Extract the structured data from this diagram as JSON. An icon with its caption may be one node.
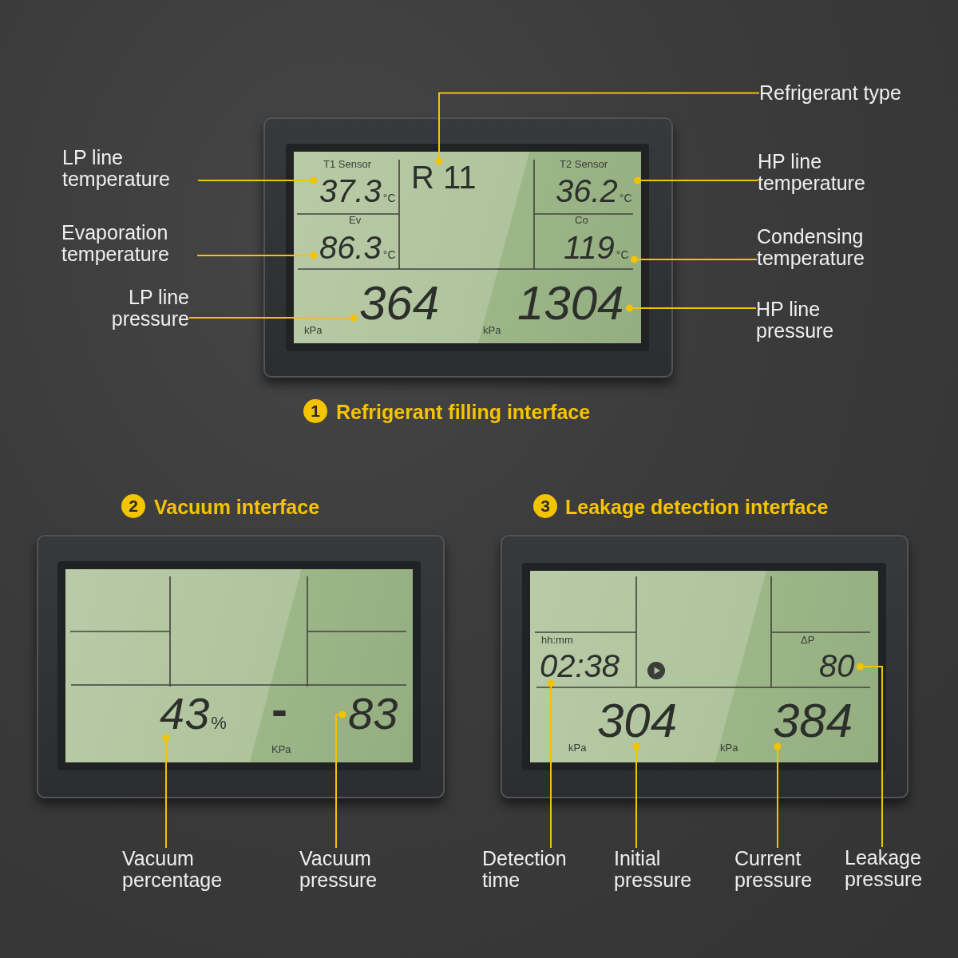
{
  "diagram": {
    "nodes": [
      {
        "text": [
          "Refrigerant filling interface"
        ]
      },
      {
        "text": [
          "37.3"
        ],
        "in": 0,
        "beside": [
          "°C"
        ]
      },
      {
        "text": [
          "R 11"
        ],
        "in": 0
      },
      {
        "text": [
          "36.2"
        ],
        "in": 0,
        "beside": [
          "°C"
        ]
      },
      {
        "text": [
          "86.3"
        ],
        "in": 0,
        "beside": [
          "°C"
        ]
      },
      {
        "text": [
          "119"
        ],
        "in": 0,
        "beside": [
          "°C"
        ]
      },
      {
        "text": [
          "364"
        ],
        "in": 0
      },
      {
        "text": [
          "1304"
        ],
        "in": 0
      },
      {
        "text": [
          "1"
        ]
      },
      {
        "text": [
          "Refrigerant type"
        ]
      },
      {
        "text": [
          "LP line temperature"
        ]
      },
      {
        "text": [
          "HP line temperature"
        ]
      },
      {
        "text": [
          "Evaporation temperature"
        ]
      },
      {
        "text": [
          "Condensing temperature"
        ]
      },
      {
        "text": [
          "LP line pressure"
        ]
      },
      {
        "text": [
          "HP line pressure"
        ]
      },
      {
        "text": [
          "2"
        ]
      },
      {
        "text": [
          "Vacuum interface"
        ]
      },
      {
        "text": [
          "43"
        ],
        "in": 17,
        "beside": [
          "%"
        ]
      },
      {
        "text": [
          "83"
        ],
        "in": 17
      },
      {
        "text": [
          "Vacuum percentage"
        ]
      },
      {
        "text": [
          "Vacuum pressure"
        ]
      },
      {
        "text": [
          "3"
        ]
      },
      {
        "text": [
          "Leakage detection interface"
        ]
      },
      {
        "text": [
          "02:38"
        ],
        "in": 23
      },
      {
        "text": [
          "80"
        ],
        "in": 23
      },
      {
        "text": [
          "304"
        ],
        "in": 23
      },
      {
        "text": [
          "384"
        ],
        "in": 23
      },
      {
        "text": [
          "Detection time"
        ]
      },
      {
        "text": [
          "Initial pressure"
        ]
      },
      {
        "text": [
          "Current pressure"
        ]
      },
      {
        "text": [
          "Leakage pressure"
        ]
      }
    ],
    "edges": [
      {
        "from": 9,
        "to": 2,
        "arrow": "other"
      },
      {
        "from": 10,
        "to": 1,
        "arrow": "other"
      },
      {
        "from": 11,
        "to": 3,
        "arrow": "other"
      },
      {
        "from": 12,
        "to": 4,
        "arrow": "other"
      },
      {
        "from": 13,
        "to": 5,
        "arrow": "other"
      },
      {
        "from": 14,
        "to": 6,
        "arrow": "other"
      },
      {
        "from": 15,
        "to": 7,
        "arrow": "other"
      },
      {
        "from": 20,
        "to": 18,
        "arrow": "other"
      },
      {
        "from": 21,
        "to": 19,
        "arrow": "other"
      },
      {
        "from": 28,
        "to": 24,
        "arrow": "other"
      },
      {
        "from": 29,
        "to": 26,
        "arrow": "other"
      },
      {
        "from": 30,
        "to": 27,
        "arrow": "other"
      },
      {
        "from": 31,
        "to": 25,
        "arrow": "other"
      }
    ],
    "labels": [
      "T1 Sensor",
      "T2 Sensor",
      "Ev",
      "Co",
      "kPa",
      "kPa",
      "-",
      "KPa",
      "hh:mm",
      "ΔP",
      "kPa",
      "kPa"
    ]
  }
}
